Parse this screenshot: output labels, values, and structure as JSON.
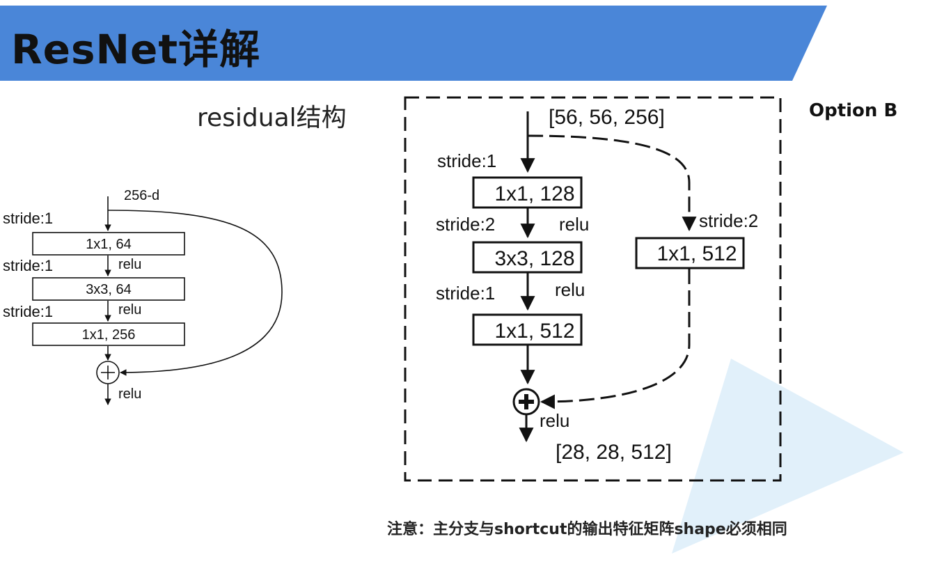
{
  "slide": {
    "title": "ResNet详解",
    "subtitle": "residual结构",
    "option_label": "Option B",
    "note": "注意：主分支与shortcut的输出特征矩阵shape必须相同"
  },
  "left_block": {
    "input_label": "256-d",
    "strides": [
      "stride:1",
      "stride:1",
      "stride:1"
    ],
    "layers": [
      "1x1, 64",
      "3x3, 64",
      "1x1, 256"
    ],
    "relu_labels": [
      "relu",
      "relu",
      "relu"
    ]
  },
  "right_block": {
    "input_shape": "[56, 56, 256]",
    "output_shape": "[28, 28, 512]",
    "main_strides": [
      "stride:1",
      "stride:2",
      "stride:1"
    ],
    "layers": [
      "1x1, 128",
      "3x3, 128",
      "1x1, 512"
    ],
    "relu_labels": [
      "relu",
      "relu",
      "relu"
    ],
    "shortcut_stride": "stride:2",
    "shortcut_layer": "1x1, 512"
  },
  "colors": {
    "banner": "#4a86d8",
    "decoration": "#dcedf9",
    "stroke": "#111111"
  }
}
